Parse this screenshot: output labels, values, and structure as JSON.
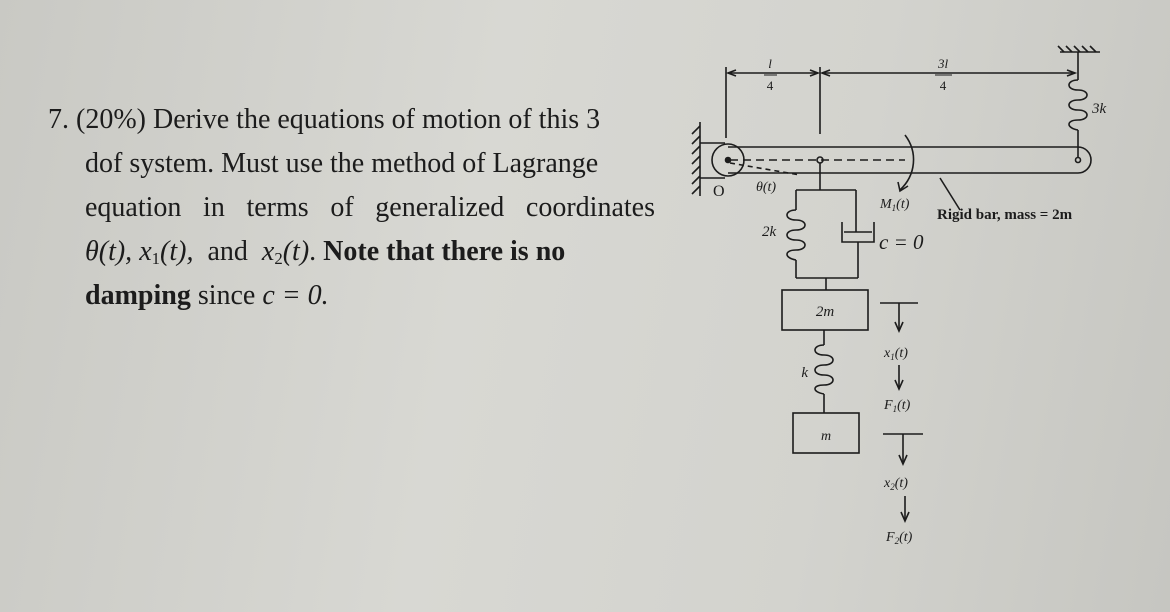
{
  "question": {
    "number": "7.",
    "weight": "(20%)",
    "line1_text": "Derive the equations of motion of this 3",
    "line2_text": "dof system. Must use the method of Lagrange",
    "line3_text": "equation in terms of generalized coordinates",
    "coord_theta": "θ(t),",
    "coord_x1_base": "x",
    "coord_x1_sub": "1",
    "coord_x1_arg": "(t),",
    "and_word": "and",
    "coord_x2_base": "x",
    "coord_x2_sub": "2",
    "coord_x2_arg": "(t)",
    "period": ".",
    "note_bold": "Note that there is no",
    "damping_bold": "damping",
    "since_text": "since",
    "c_eq": "c = 0."
  },
  "diagram": {
    "dim_left_num": "l",
    "dim_left_den": "4",
    "dim_right_num": "3l",
    "dim_right_den": "4",
    "spring_right_label": "3k",
    "pivot_label": "O",
    "theta_label": "θ(t)",
    "moment_label": "M",
    "moment_sub": "1",
    "moment_arg": "(t)",
    "bar_label": "Rigid bar, mass = 2m",
    "spring_left_label": "2k",
    "damper_label": "c = 0",
    "mass1_label": "2m",
    "spring_mid_label": "k",
    "mass2_label": "m",
    "x1_label": "x",
    "x1_sub": "1",
    "x1_arg": "(t)",
    "f1_label": "F",
    "f1_sub": "1",
    "f1_arg": "(t)",
    "x2_label": "x",
    "x2_sub": "2",
    "x2_arg": "(t)",
    "f2_label": "F",
    "f2_sub": "2",
    "f2_arg": "(t)"
  },
  "colors": {
    "paper": "#d4d4cf",
    "ink": "#1c1c1c"
  }
}
